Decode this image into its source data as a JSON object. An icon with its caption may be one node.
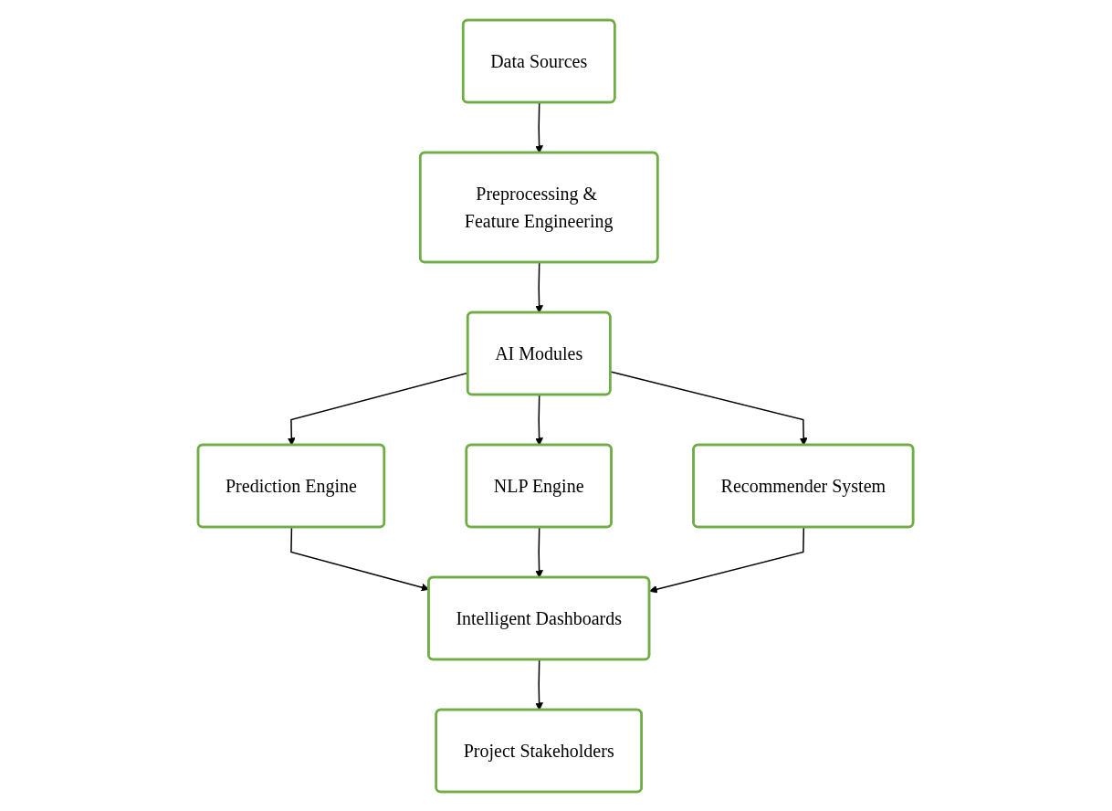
{
  "diagram": {
    "nodes": [
      {
        "text": [
          "Data Sources"
        ]
      },
      {
        "text": [
          "Preprocessing & Feature Engineering"
        ]
      },
      {
        "text": [
          "AI Modules"
        ]
      },
      {
        "text": [
          "Prediction Engine"
        ]
      },
      {
        "text": [
          "NLP Engine"
        ]
      },
      {
        "text": [
          "Recommender System"
        ]
      },
      {
        "text": [
          "Intelligent Dashboards"
        ]
      },
      {
        "text": [
          "Project Stakeholders"
        ]
      }
    ],
    "edges": [
      {
        "from": 0,
        "to": 1,
        "arrow": "to"
      },
      {
        "from": 1,
        "to": 2,
        "arrow": "to"
      },
      {
        "from": 2,
        "to": 3,
        "arrow": "to"
      },
      {
        "from": 2,
        "to": 4,
        "arrow": "to"
      },
      {
        "from": 2,
        "to": 5,
        "arrow": "to"
      },
      {
        "from": 3,
        "to": 6,
        "arrow": "to"
      },
      {
        "from": 4,
        "to": 6,
        "arrow": "to"
      },
      {
        "from": 5,
        "to": 6,
        "arrow": "to"
      },
      {
        "from": 6,
        "to": 7,
        "arrow": "to"
      }
    ]
  }
}
